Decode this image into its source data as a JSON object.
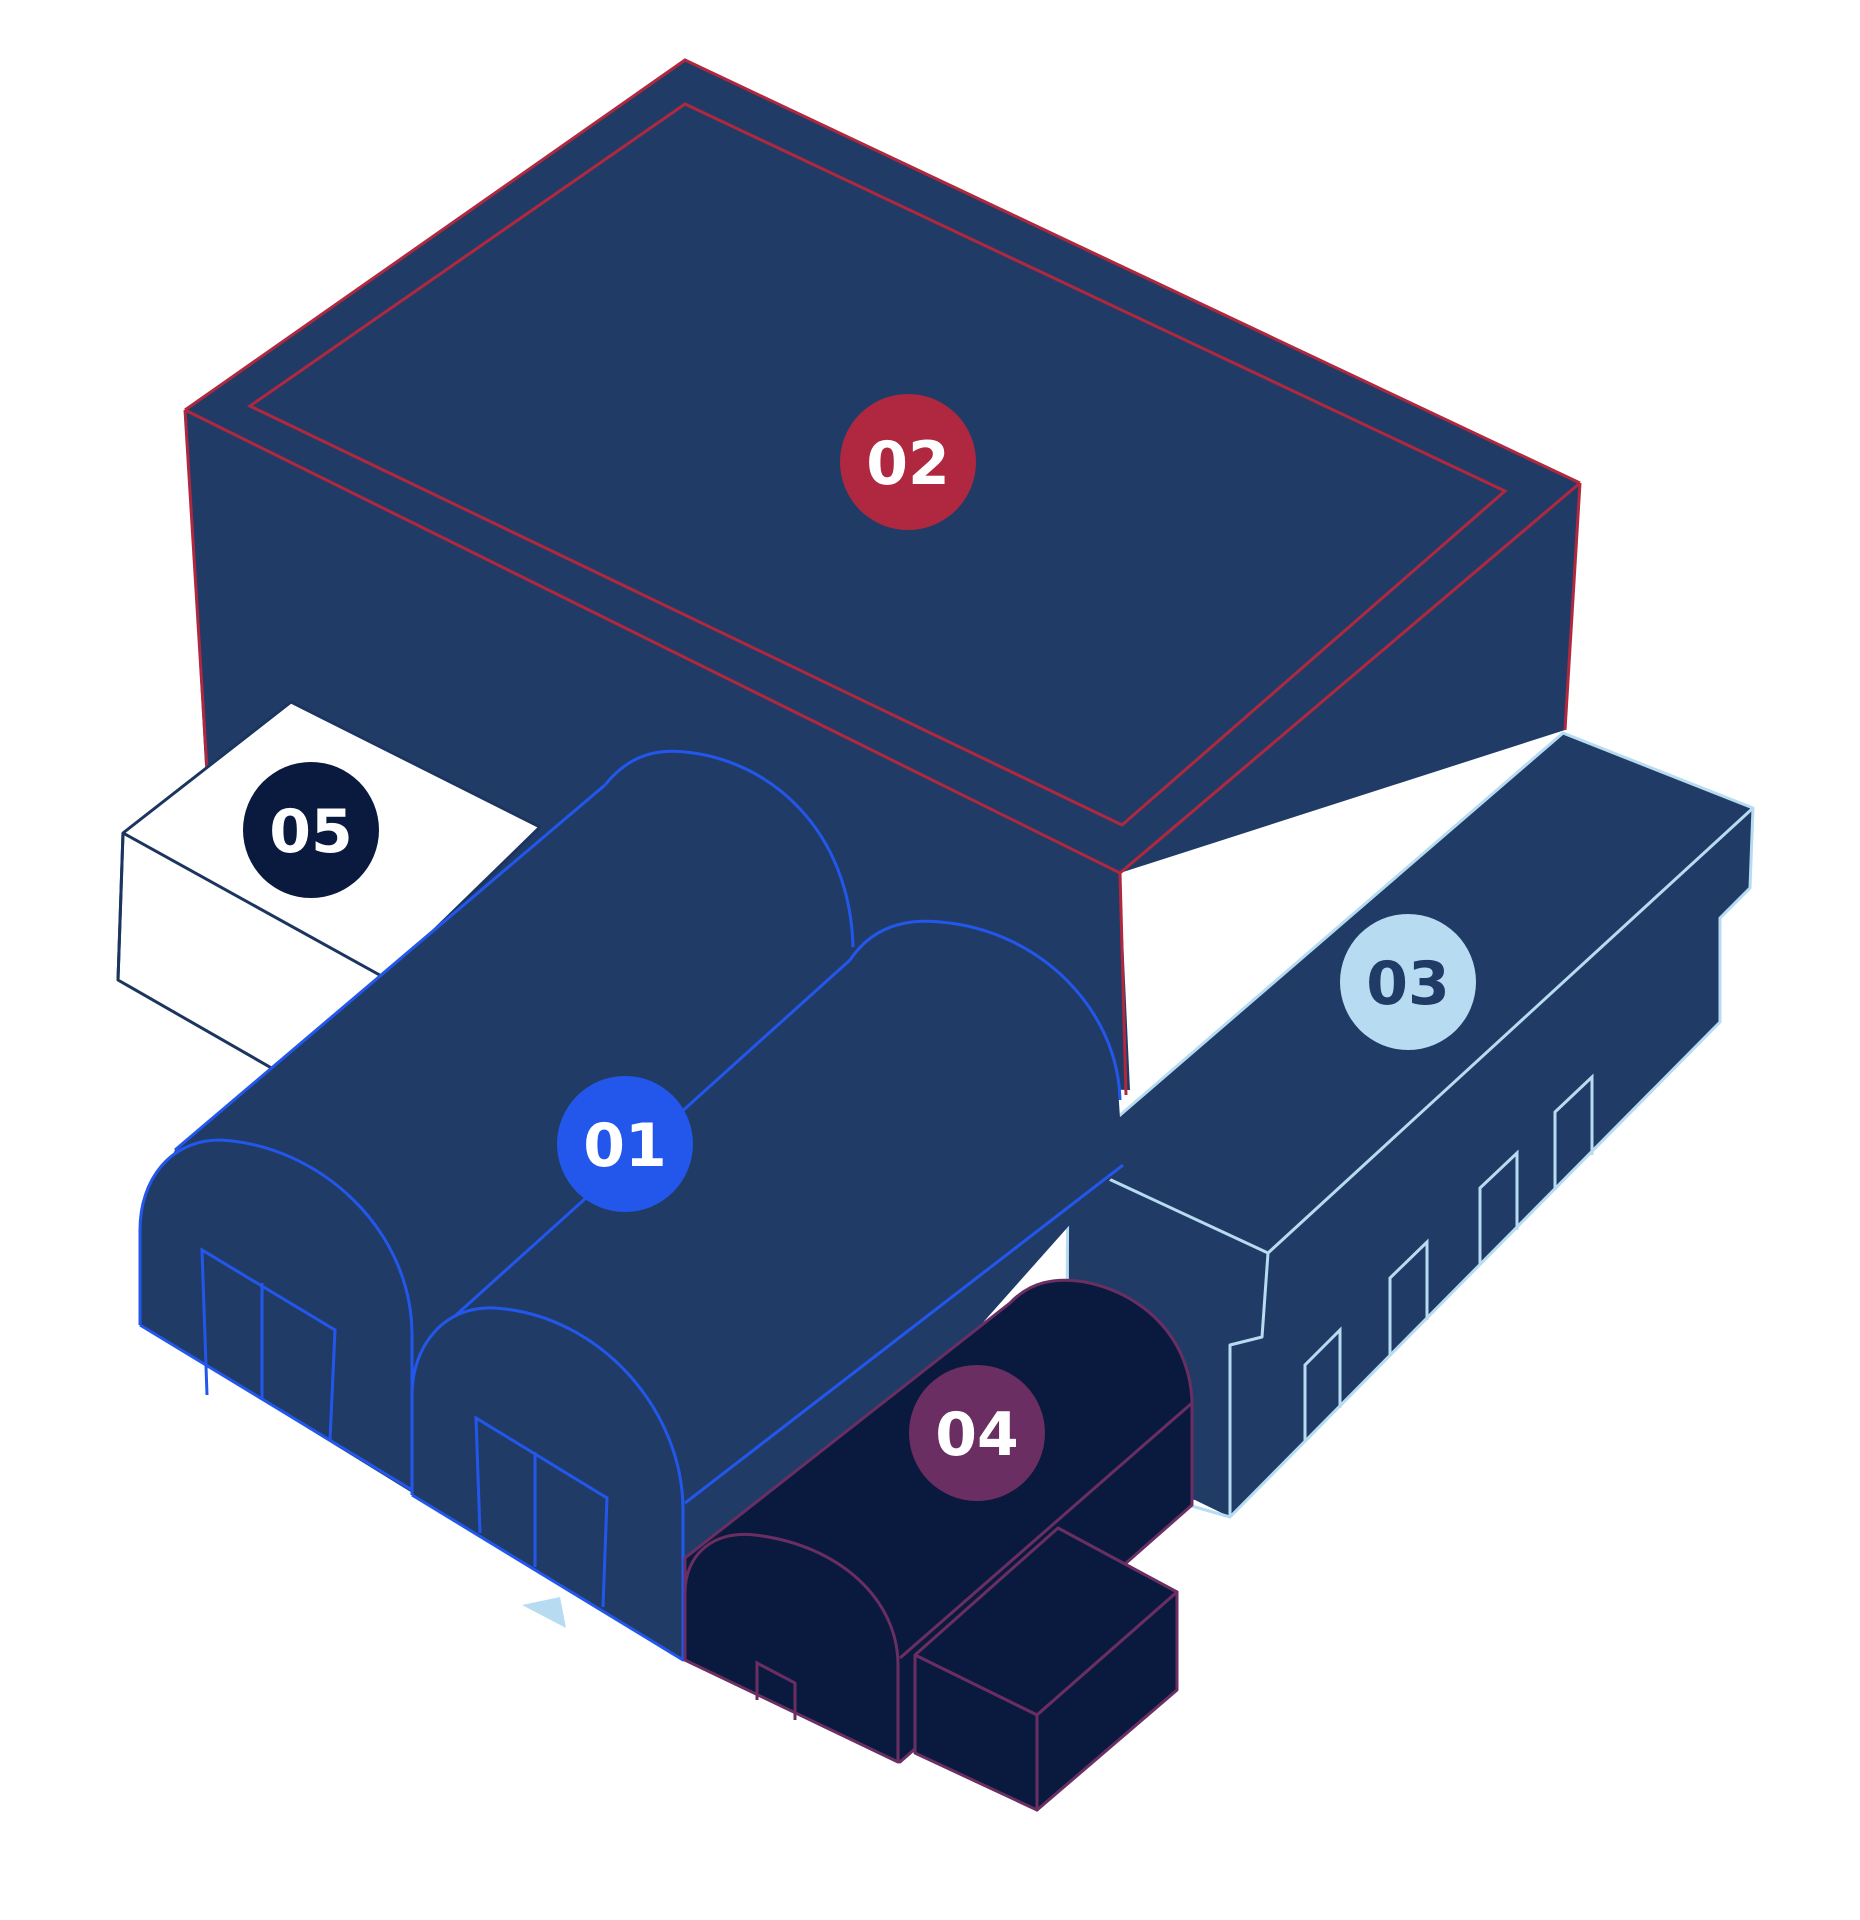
{
  "colors": {
    "background": "#ffffff",
    "building_fill": "#203c66",
    "annex_fill": "#0a1a3e",
    "building_02_outline": "#b0283f",
    "building_01_outline": "#2357ec",
    "building_03_outline": "#b7dcf2",
    "building_04_outline": "#6a2e62",
    "building_05_outline": "#1b3560"
  },
  "markers": {
    "m01": {
      "label": "01",
      "fill": "#2357ec",
      "text_color": "#ffffff"
    },
    "m02": {
      "label": "02",
      "fill": "#b0283f",
      "text_color": "#ffffff"
    },
    "m03": {
      "label": "03",
      "fill": "#b7dcf2",
      "text_color": "#203c66"
    },
    "m04": {
      "label": "04",
      "fill": "#6a2e62",
      "text_color": "#ffffff"
    },
    "m05": {
      "label": "05",
      "fill": "#0a1a3e",
      "text_color": "#ffffff"
    }
  }
}
